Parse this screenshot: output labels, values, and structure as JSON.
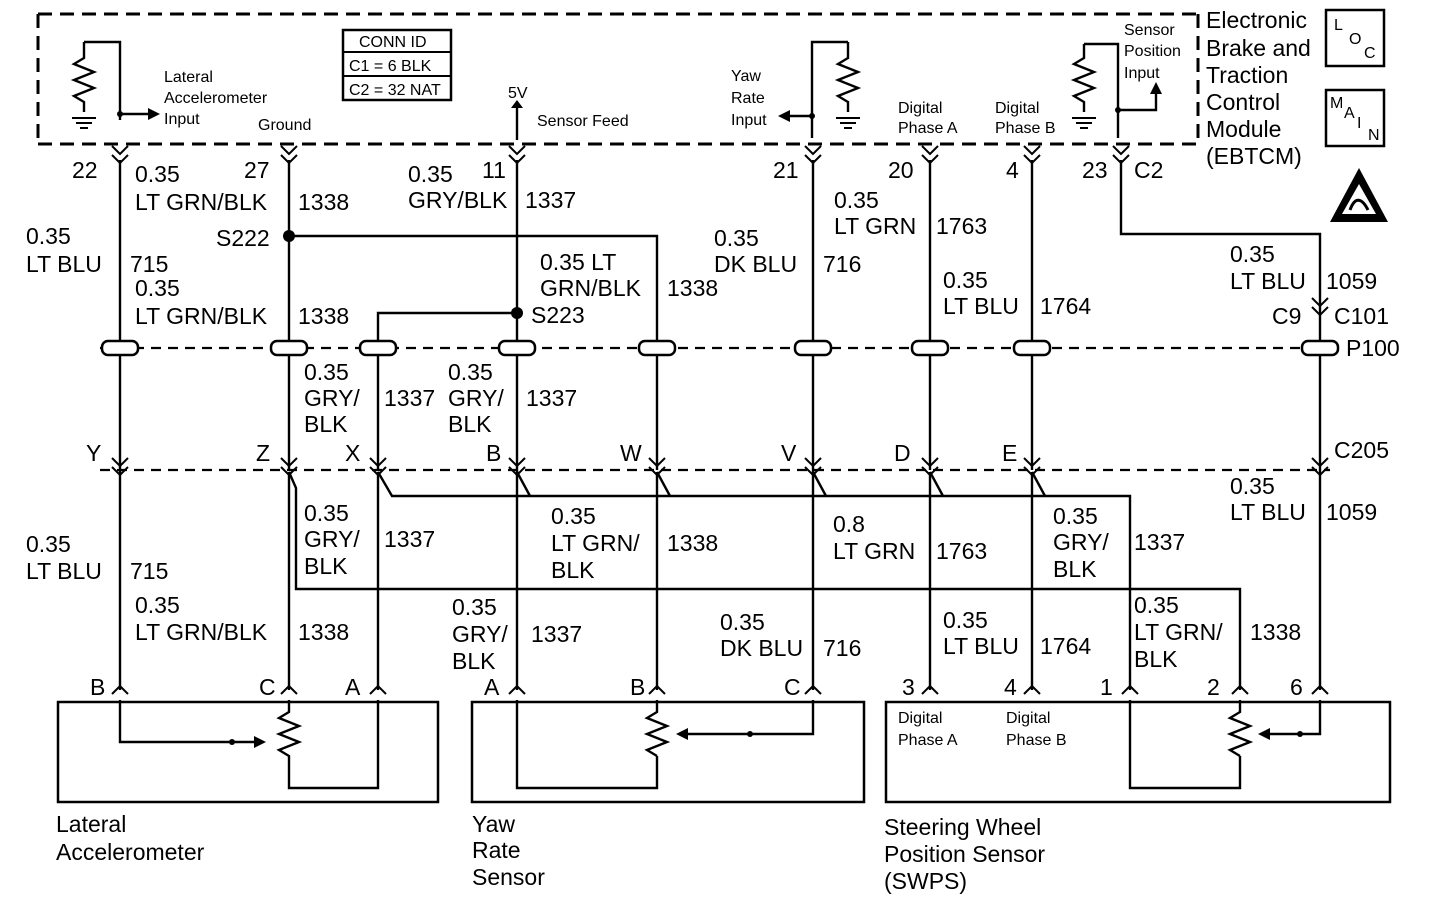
{
  "module": {
    "name_lines": [
      "Electronic",
      "Brake and",
      "Traction",
      "Control",
      "Module",
      "(EBTCM)"
    ],
    "loc_icon": [
      "L",
      "O",
      "C"
    ],
    "main_icon": [
      "M",
      "A",
      "I",
      "N"
    ],
    "conn_id_title": "CONN ID",
    "conn_id_rows": [
      "C1 = 6 BLK",
      "C2 = 32 NAT"
    ],
    "inputs": {
      "lateral": [
        "Lateral",
        "Accelerometer",
        "Input"
      ],
      "ground": "Ground",
      "sensor_feed_v": "5V",
      "sensor_feed": "Sensor Feed",
      "yaw": [
        "Yaw",
        "Rate",
        "Input"
      ],
      "phase_a": [
        "Digital",
        "Phase A"
      ],
      "phase_b": [
        "Digital",
        "Phase B"
      ],
      "position": [
        "Sensor",
        "Position",
        "Input"
      ]
    }
  },
  "pins": {
    "p22": "22",
    "p27": "27",
    "p11": "11",
    "p21": "21",
    "p20": "20",
    "p4": "4",
    "p23": "23",
    "c2": "C2"
  },
  "wires_upper": {
    "w715": [
      "0.35",
      "LT BLU",
      "715"
    ],
    "w1338a": [
      "0.35",
      "LT GRN/BLK",
      "1338"
    ],
    "w1338b": [
      "0.35",
      "LT GRN/BLK",
      "1338"
    ],
    "w1337a": [
      "0.35",
      "GRY/BLK",
      "1337"
    ],
    "w1338c": [
      "0.35 LT",
      "GRN/BLK",
      "1338"
    ],
    "w716": [
      "0.35",
      "DK BLU",
      "716"
    ],
    "w1763": [
      "0.35",
      "LT GRN",
      "1763"
    ],
    "w1764": [
      "0.35",
      "LT BLU",
      "1764"
    ],
    "w1059": [
      "0.35",
      "LT BLU",
      "1059"
    ]
  },
  "splices": {
    "s222": "S222",
    "s223": "S223"
  },
  "connectors": {
    "c9": "C9",
    "c101": "C101",
    "p100": "P100",
    "c205": "C205"
  },
  "mid_wires": {
    "m1337a": [
      "0.35",
      "GRY/",
      "BLK",
      "1337"
    ],
    "m1337b": [
      "0.35",
      "GRY/",
      "BLK",
      "1337"
    ]
  },
  "c205_pins": [
    "Y",
    "Z",
    "X",
    "B",
    "W",
    "V",
    "D",
    "E"
  ],
  "wires_lower": {
    "l715": [
      "0.35",
      "LT BLU",
      "715"
    ],
    "l1338a": [
      "0.35",
      "LT GRN/BLK",
      "1338"
    ],
    "l1337a": [
      "0.35",
      "GRY/",
      "BLK",
      "1337"
    ],
    "l1338b": [
      "0.35",
      "LT GRN/",
      "BLK",
      "1338"
    ],
    "l1763": [
      "0.8",
      "LT GRN",
      "1763"
    ],
    "l1337b": [
      "0.35",
      "GRY/",
      "BLK",
      "1337"
    ],
    "l1059": [
      "0.35",
      "LT BLU",
      "1059"
    ],
    "l1337c": [
      "0.35",
      "GRY/",
      "BLK",
      "1337"
    ],
    "l716": [
      "0.35",
      "DK BLU",
      "716"
    ],
    "l1764": [
      "0.35",
      "LT BLU",
      "1764"
    ],
    "l1338c": [
      "0.35",
      "LT GRN/",
      "BLK",
      "1338"
    ]
  },
  "sensor_pins": {
    "lat": [
      "B",
      "C",
      "A"
    ],
    "yaw": [
      "A",
      "B",
      "C"
    ],
    "swps": [
      "3",
      "4",
      "1",
      "2",
      "6"
    ]
  },
  "sensors": {
    "lateral": [
      "Lateral",
      "Accelerometer"
    ],
    "yaw": [
      "Yaw",
      "Rate",
      "Sensor"
    ],
    "swps": [
      "Steering Wheel",
      "Position Sensor",
      "(SWPS)"
    ],
    "swps_phase_a": [
      "Digital",
      "Phase A"
    ],
    "swps_phase_b": [
      "Digital",
      "Phase B"
    ]
  }
}
